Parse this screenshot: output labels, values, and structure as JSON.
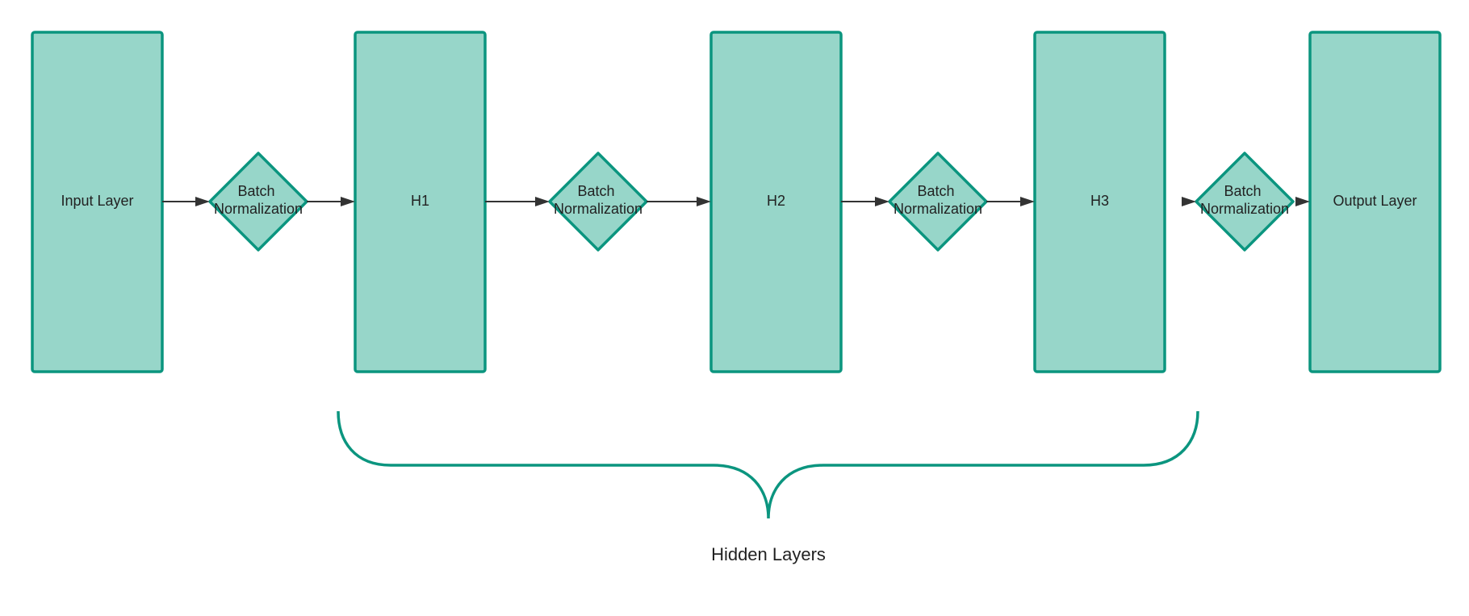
{
  "diagram": {
    "layers": {
      "input": "Input Layer",
      "h1": "H1",
      "h2": "H2",
      "h3": "H3",
      "output": "Output Layer"
    },
    "batch_norm": {
      "line1": "Batch",
      "line2": "Normalization"
    },
    "brace_caption": "Hidden Layers"
  },
  "colors": {
    "node_fill": "#97d6c9",
    "node_stroke": "#0b957f",
    "arrow": "#333333",
    "text": "#222222"
  }
}
